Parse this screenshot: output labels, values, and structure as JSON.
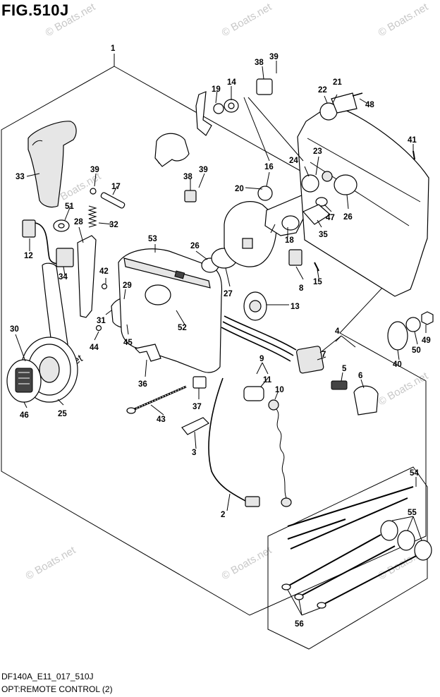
{
  "figure": {
    "title": "FIG.510J",
    "footer_code": "DF140A_E11_017_510J",
    "footer_caption": "OPT:REMOTE CONTROL (2)"
  },
  "watermark": {
    "text": "© Boats.net"
  },
  "callouts": [
    "1",
    "2",
    "3",
    "4",
    "5",
    "6",
    "7",
    "8",
    "9",
    "10",
    "11",
    "12",
    "13",
    "14",
    "15",
    "16",
    "17",
    "18",
    "19",
    "20",
    "21",
    "22",
    "23",
    "24",
    "25",
    "26",
    "26",
    "27",
    "28",
    "29",
    "30",
    "31",
    "32",
    "33",
    "34",
    "35",
    "36",
    "37",
    "38",
    "38",
    "39",
    "39",
    "39",
    "40",
    "41",
    "42",
    "43",
    "44",
    "45",
    "46",
    "47",
    "48",
    "49",
    "50",
    "51",
    "52",
    "53",
    "54",
    "55",
    "56"
  ]
}
